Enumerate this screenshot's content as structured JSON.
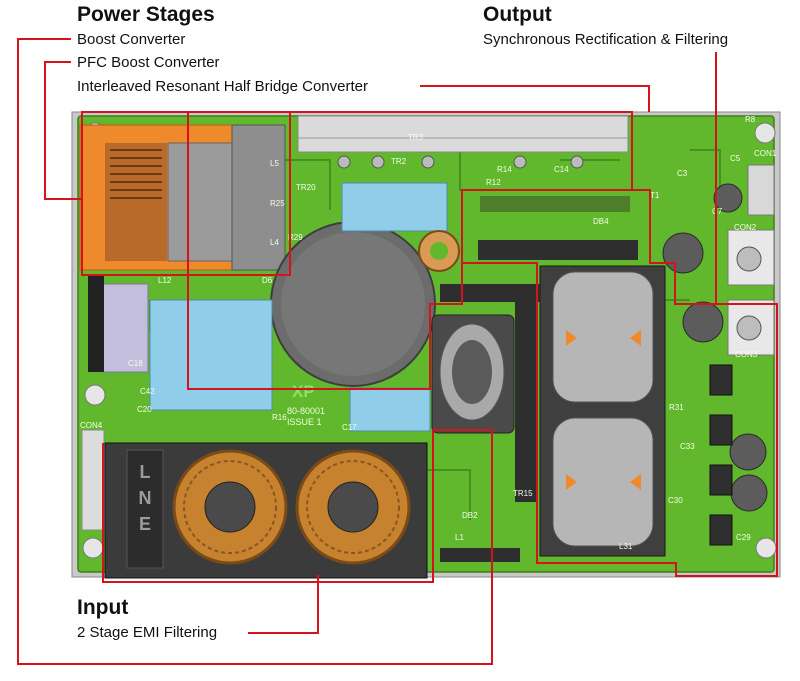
{
  "power_stages": {
    "heading": "Power Stages",
    "items": [
      "Boost Converter",
      "PFC Boost Converter",
      "Interleaved Resonant Half Bridge Converter"
    ]
  },
  "output": {
    "heading": "Output",
    "items": [
      "Synchronous Rectification & Filtering"
    ]
  },
  "input": {
    "heading": "Input",
    "items": [
      "2 Stage EMI Filtering"
    ]
  },
  "board_text": {
    "logo": "XP",
    "part_no": "80-80001",
    "issue": "ISSUE 1",
    "filter_letters": [
      "L",
      "N",
      "E"
    ],
    "designators": [
      "L5",
      "TR20",
      "R25",
      "R29",
      "L4",
      "D6",
      "L12",
      "C18",
      "C42",
      "C20",
      "CON4",
      "R16",
      "C17",
      "TR2",
      "R14",
      "R12",
      "C14",
      "C3",
      "T1",
      "R8",
      "TR3",
      "C5",
      "CON1",
      "CON2",
      "C7",
      "DB4",
      "CON3",
      "R31",
      "C33",
      "C30",
      "TR15",
      "DB2",
      "L1",
      "L31",
      "C29"
    ]
  },
  "colors": {
    "annotation_red": "#d3141c",
    "pcb_green": "#62b82c",
    "transformer_orange": "#ef8a2c",
    "capacitor_blue": "#8fcde8"
  }
}
